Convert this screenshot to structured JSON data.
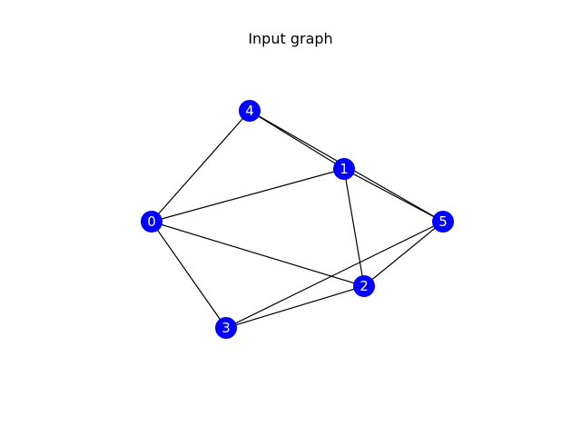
{
  "title": "Input graph",
  "colors": {
    "node_fill": "#0000ff",
    "node_label": "#ffffff",
    "edge": "#000000"
  },
  "graph": {
    "nodes": [
      {
        "id": "0",
        "label": "0"
      },
      {
        "id": "1",
        "label": "1"
      },
      {
        "id": "2",
        "label": "2"
      },
      {
        "id": "3",
        "label": "3"
      },
      {
        "id": "4",
        "label": "4"
      },
      {
        "id": "5",
        "label": "5"
      }
    ],
    "edges": [
      [
        "0",
        "4"
      ],
      [
        "0",
        "1"
      ],
      [
        "0",
        "2"
      ],
      [
        "0",
        "3"
      ],
      [
        "4",
        "1"
      ],
      [
        "4",
        "5"
      ],
      [
        "1",
        "5"
      ],
      [
        "1",
        "2"
      ],
      [
        "2",
        "5"
      ],
      [
        "2",
        "3"
      ],
      [
        "3",
        "5"
      ]
    ]
  }
}
